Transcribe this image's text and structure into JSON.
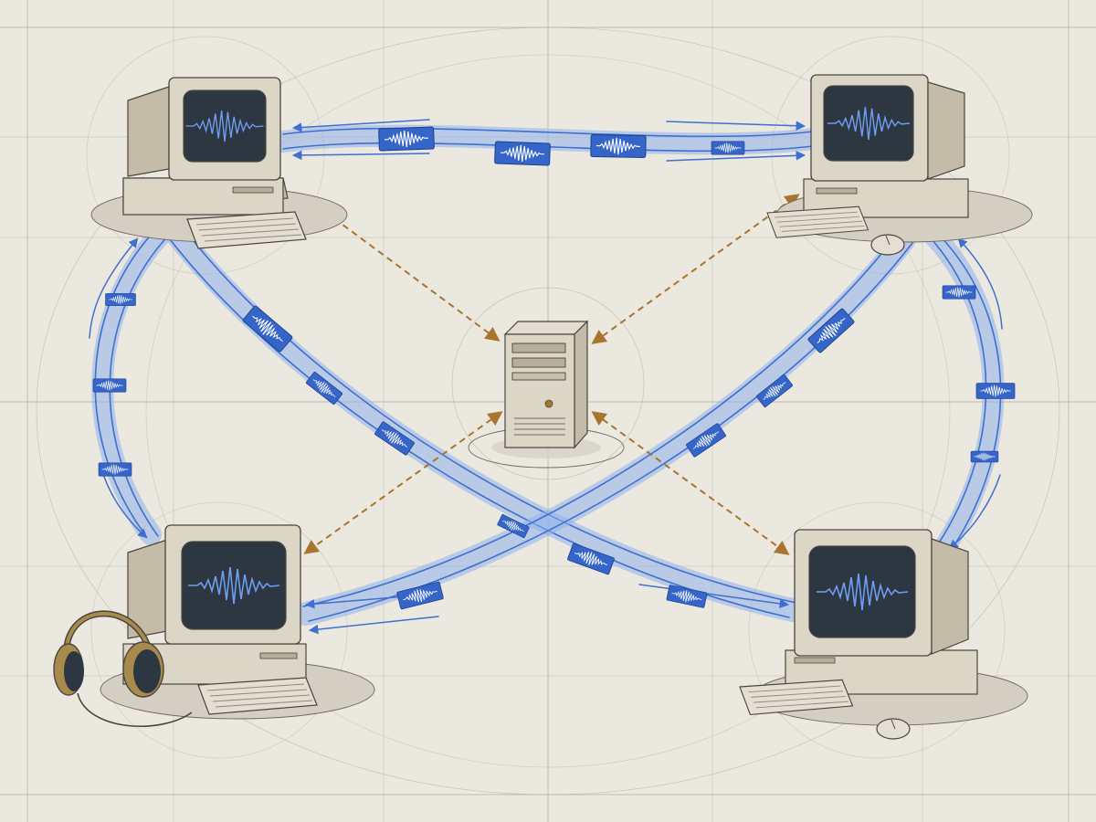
{
  "diagram": {
    "kind": "peer-to-peer audio streaming with signaling server",
    "colors": {
      "paper": "#ebe8df",
      "grid": "#9a978d",
      "stream_blue": "#3f6fd0",
      "stream_blue_light": "#8fb0ec",
      "packet_fill": "#3565c8",
      "signal_brown": "#a8742e",
      "case_beige": "#dcd6c6",
      "case_shade": "#bdb5a2",
      "screen": "#2c3742",
      "waveform": "#6f9df2",
      "ink": "#4a463e",
      "headphone_gold": "#a88a4c"
    },
    "nodes": [
      {
        "id": "peer-top-left",
        "type": "desktop-computer",
        "accessory": "keyboard"
      },
      {
        "id": "peer-top-right",
        "type": "desktop-computer",
        "accessory": "keyboard-mouse"
      },
      {
        "id": "peer-bottom-left",
        "type": "desktop-computer",
        "accessory": "headphones"
      },
      {
        "id": "peer-bottom-right",
        "type": "desktop-computer",
        "accessory": "keyboard-mouse"
      },
      {
        "id": "signaling-server",
        "type": "tower-server"
      }
    ],
    "links": [
      {
        "from": "peer-top-left",
        "to": "peer-top-right",
        "style": "audio-stream",
        "packets": 4
      },
      {
        "from": "peer-top-left",
        "to": "peer-bottom-left",
        "style": "audio-stream",
        "packets": 3
      },
      {
        "from": "peer-top-right",
        "to": "peer-bottom-right",
        "style": "audio-stream",
        "packets": 3
      },
      {
        "from": "peer-top-left",
        "to": "peer-bottom-right",
        "style": "audio-stream",
        "packets": 5
      },
      {
        "from": "peer-top-right",
        "to": "peer-bottom-left",
        "style": "audio-stream",
        "packets": 5
      },
      {
        "from": "signaling-server",
        "to": "peer-top-left",
        "style": "signaling-dashed"
      },
      {
        "from": "signaling-server",
        "to": "peer-top-right",
        "style": "signaling-dashed"
      },
      {
        "from": "signaling-server",
        "to": "peer-bottom-left",
        "style": "signaling-dashed"
      },
      {
        "from": "signaling-server",
        "to": "peer-bottom-right",
        "style": "signaling-dashed"
      }
    ]
  }
}
